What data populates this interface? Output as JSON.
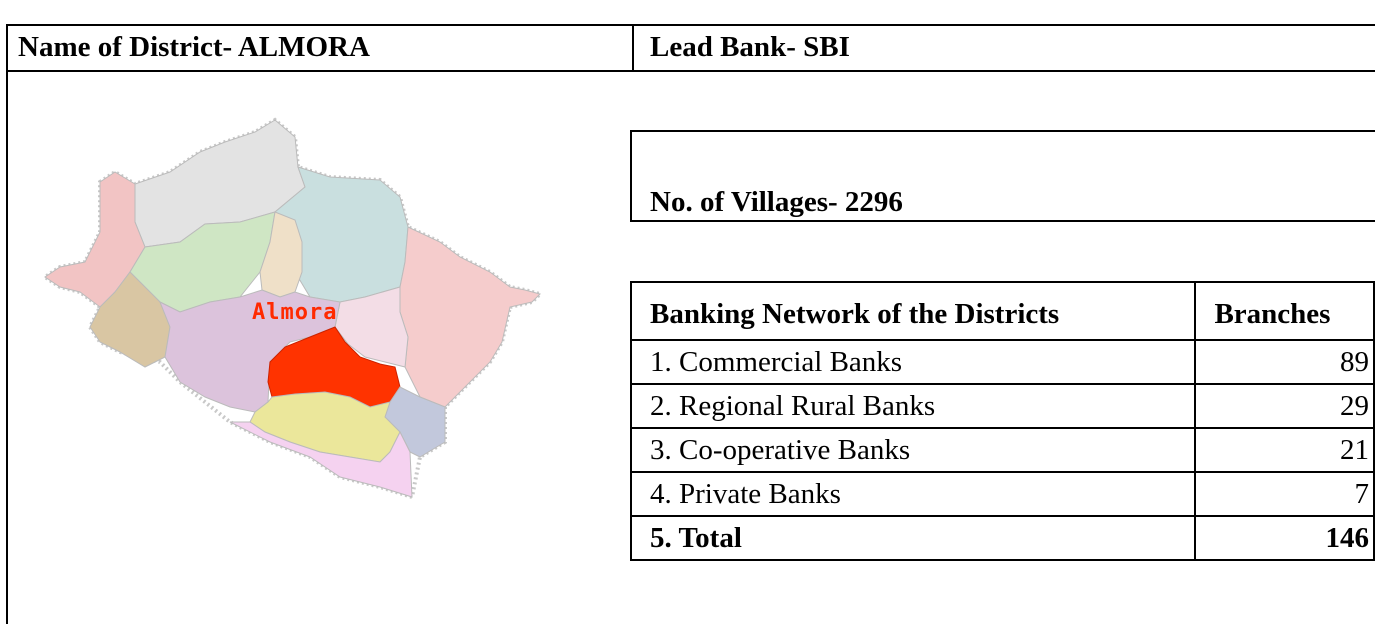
{
  "header": {
    "district": "Name of District- ALMORA",
    "lead_bank": "Lead Bank- SBI"
  },
  "map": {
    "label": "Almora",
    "highlight_color": "#ff3300",
    "label_color": "#ff2a00"
  },
  "villages": "No. of Villages- 2296",
  "banking": {
    "col_network": "Banking Network of the Districts",
    "col_branches": "Branches",
    "rows": [
      {
        "name": "1. Commercial Banks",
        "branches": "89"
      },
      {
        "name": "2. Regional Rural Banks",
        "branches": "29"
      },
      {
        "name": "3. Co-operative Banks",
        "branches": "21"
      },
      {
        "name": "4. Private Banks",
        "branches": "7"
      }
    ],
    "total": {
      "name": "5. Total",
      "branches": "146"
    }
  }
}
